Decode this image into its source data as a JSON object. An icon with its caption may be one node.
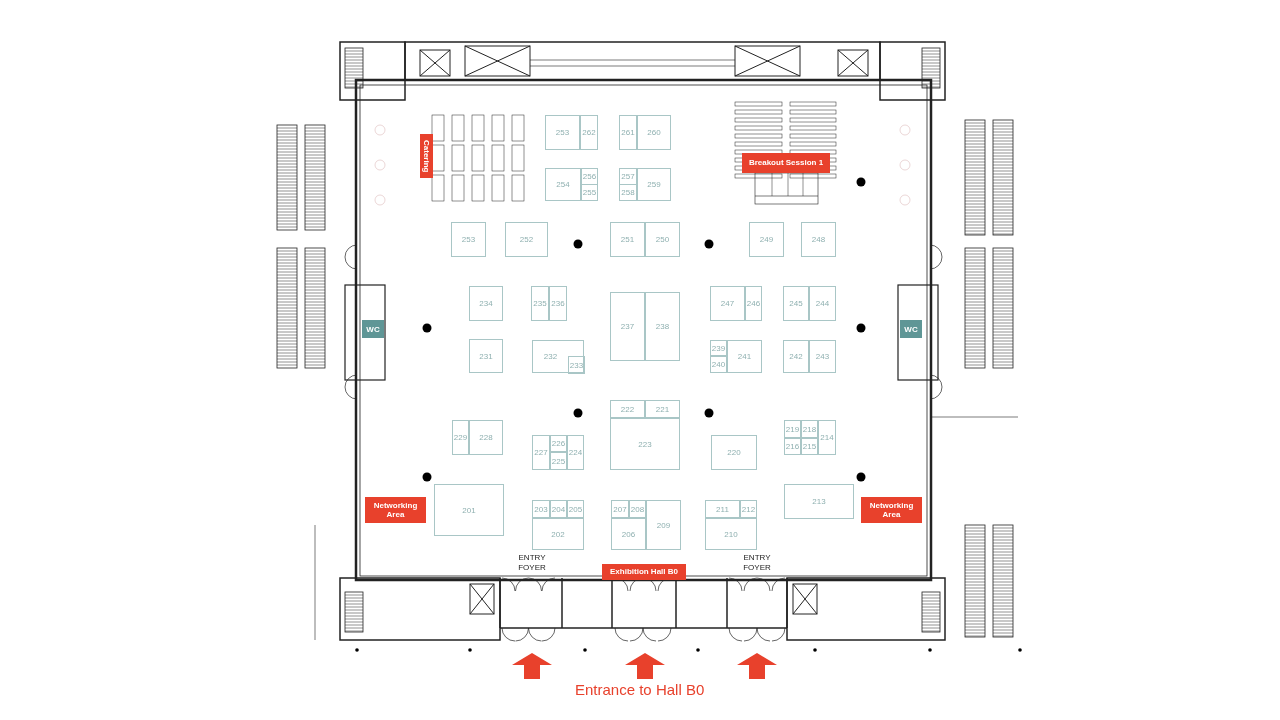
{
  "diagram": {
    "caption": "Entrance to Hall B0",
    "nodes": [
      {
        "text": [
          "253"
        ]
      },
      {
        "text": [
          "262"
        ]
      },
      {
        "text": [
          "261"
        ]
      },
      {
        "text": [
          "260"
        ]
      },
      {
        "text": [
          "Catering"
        ]
      },
      {
        "text": [
          "Breakout Session 1"
        ]
      },
      {
        "text": [
          "254"
        ]
      },
      {
        "text": [
          "256"
        ]
      },
      {
        "text": [
          "255"
        ]
      },
      {
        "text": [
          "257"
        ]
      },
      {
        "text": [
          "258"
        ]
      },
      {
        "text": [
          "259"
        ]
      },
      {
        "text": [
          "253"
        ]
      },
      {
        "text": [
          "252"
        ]
      },
      {
        "text": [
          "251"
        ]
      },
      {
        "text": [
          "250"
        ]
      },
      {
        "text": [
          "249"
        ]
      },
      {
        "text": [
          "248"
        ]
      },
      {
        "text": [
          "234"
        ]
      },
      {
        "text": [
          "235"
        ]
      },
      {
        "text": [
          "236"
        ]
      },
      {
        "text": [
          "237"
        ]
      },
      {
        "text": [
          "238"
        ]
      },
      {
        "text": [
          "247"
        ]
      },
      {
        "text": [
          "246"
        ]
      },
      {
        "text": [
          "245"
        ]
      },
      {
        "text": [
          "244"
        ]
      },
      {
        "text": [
          "WC"
        ]
      },
      {
        "text": [
          "WC"
        ]
      },
      {
        "text": [
          "231"
        ]
      },
      {
        "text": [
          "232"
        ]
      },
      {
        "text": [
          "233"
        ],
        "in": 30
      },
      {
        "text": [
          "239"
        ]
      },
      {
        "text": [
          "240"
        ]
      },
      {
        "text": [
          "241"
        ]
      },
      {
        "text": [
          "242"
        ]
      },
      {
        "text": [
          "243"
        ]
      },
      {
        "text": [
          "222"
        ]
      },
      {
        "text": [
          "221"
        ]
      },
      {
        "text": [
          "229"
        ]
      },
      {
        "text": [
          "228"
        ]
      },
      {
        "text": [
          "219"
        ]
      },
      {
        "text": [
          "218"
        ]
      },
      {
        "text": [
          "214"
        ]
      },
      {
        "text": [
          "223"
        ]
      },
      {
        "text": [
          "227"
        ]
      },
      {
        "text": [
          "226"
        ]
      },
      {
        "text": [
          "224"
        ]
      },
      {
        "text": [
          "216"
        ]
      },
      {
        "text": [
          "215"
        ]
      },
      {
        "text": [
          "220"
        ]
      },
      {
        "text": [
          "225"
        ]
      },
      {
        "text": [
          "201"
        ]
      },
      {
        "text": [
          "213"
        ]
      },
      {
        "text": [
          "Networking Area"
        ]
      },
      {
        "text": [
          "Networking Area"
        ]
      },
      {
        "text": [
          "203"
        ]
      },
      {
        "text": [
          "204"
        ]
      },
      {
        "text": [
          "205"
        ]
      },
      {
        "text": [
          "207"
        ]
      },
      {
        "text": [
          "208"
        ]
      },
      {
        "text": [
          "209"
        ]
      },
      {
        "text": [
          "211"
        ]
      },
      {
        "text": [
          "212"
        ]
      },
      {
        "text": [
          "202"
        ]
      },
      {
        "text": [
          "206"
        ]
      },
      {
        "text": [
          "210"
        ]
      },
      {
        "text": [
          "Exhibition Hall B0"
        ]
      }
    ],
    "edges": [],
    "labels": [
      "ENTRY FOYER",
      "ENTRY FOYER"
    ]
  }
}
